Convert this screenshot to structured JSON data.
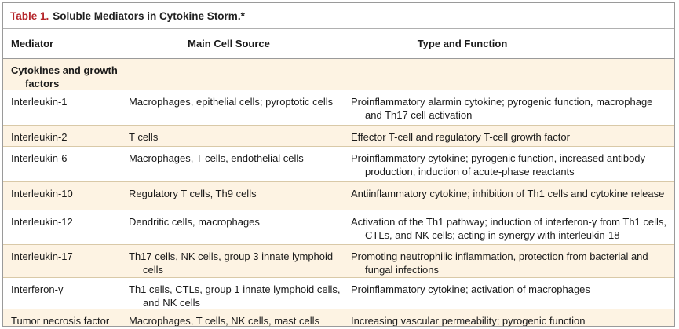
{
  "table": {
    "label": "Table 1.",
    "title": "Soluble Mediators in Cytokine Storm.*",
    "columns": [
      "Mediator",
      "Main Cell Source",
      "Type and Function"
    ],
    "section": "Cytokines and growth factors",
    "rows": [
      {
        "mediator": "Interleukin-1",
        "source": "Macrophages, epithelial cells; pyroptotic cells",
        "function": "Proinflammatory alarmin cytokine; pyrogenic function, macrophage and Th17 cell activation"
      },
      {
        "mediator": "Interleukin-2",
        "source": "T cells",
        "function": "Effector T-cell and regulatory T-cell growth factor"
      },
      {
        "mediator": "Interleukin-6",
        "source": "Macrophages, T cells, endothelial cells",
        "function": "Proinflammatory cytokine; pyrogenic function, increased antibody production, induction of acute-phase reactants"
      },
      {
        "mediator": "Interleukin-10",
        "source": "Regulatory T cells, Th9 cells",
        "function": "Antiinflammatory cytokine; inhibition of Th1 cells and cytokine release"
      },
      {
        "mediator": "Interleukin-12",
        "source": "Dendritic cells, macrophages",
        "function": "Activation of the Th1 pathway; induction of interferon-γ from Th1 cells, CTLs, and NK cells; acting in synergy with interleukin-18"
      },
      {
        "mediator": "Interleukin-17",
        "source": "Th17 cells, NK cells, group 3 innate lymphoid cells",
        "function": "Promoting neutrophilic inflammation, protection from bacterial and fungal infections"
      },
      {
        "mediator": "Interferon-γ",
        "source": "Th1 cells, CTLs, group 1 innate lymphoid cells, and NK cells",
        "function": "Proinflammatory cytokine; activation of macrophages"
      },
      {
        "mediator": "Tumor necrosis factor",
        "source": "Macrophages, T cells, NK cells, mast cells",
        "function": "Increasing vascular permeability; pyrogenic function"
      }
    ]
  },
  "colors": {
    "label": "#b5262b",
    "shade": "#fdf3e3",
    "rule": "#d9c9a8"
  }
}
